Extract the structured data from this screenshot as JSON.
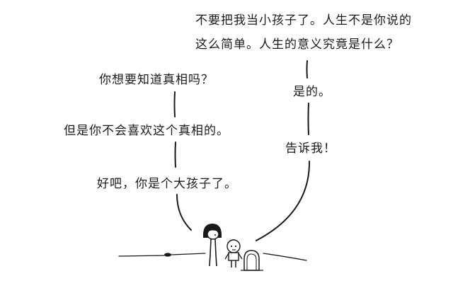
{
  "dialogue": {
    "child": {
      "line1": "不要把我当小孩子了。人生不是你说的",
      "line2": "这么简单。人生的意义究竟是什么？",
      "line3": "是的。",
      "line4": "告诉我！"
    },
    "adult": {
      "line1": "你想要知道真相吗？",
      "line2": "但是你不会喜欢这个真相的。",
      "line3": "好吧，你是个大孩子了。"
    }
  },
  "colors": {
    "ink": "#1a1a1a",
    "background": "#ffffff"
  }
}
